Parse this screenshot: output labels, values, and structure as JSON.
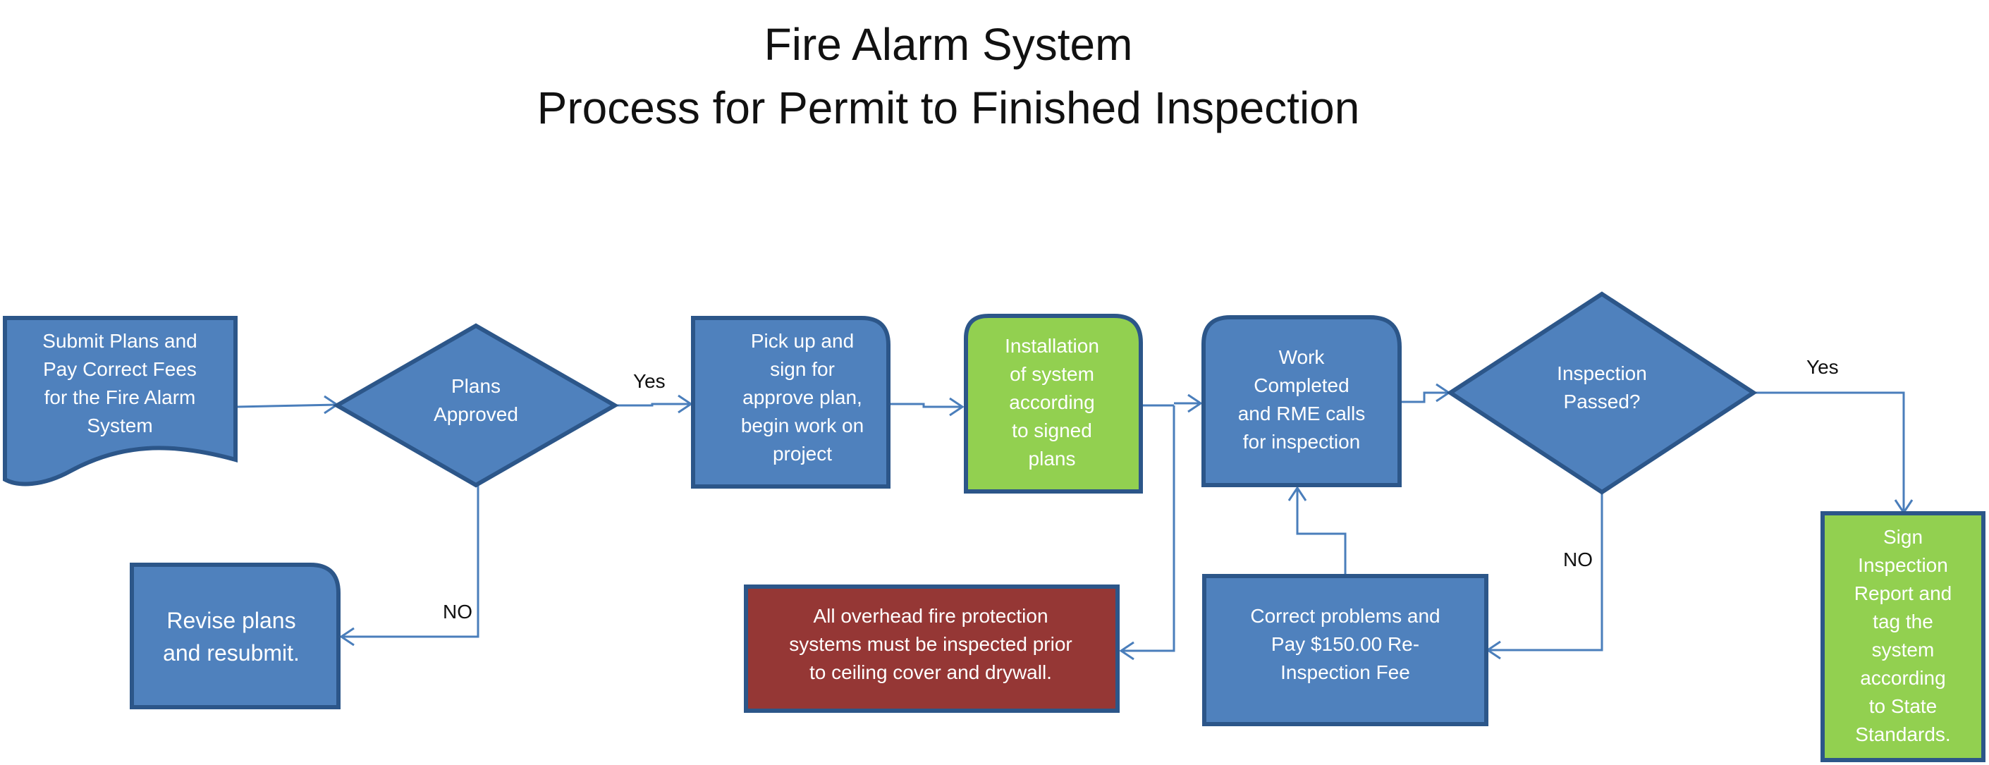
{
  "title": {
    "line1": "Fire Alarm System",
    "line2": "Process for Permit to Finished Inspection"
  },
  "nodes": {
    "submit": [
      "Submit Plans and",
      "Pay Correct Fees",
      "for the Fire Alarm",
      "System"
    ],
    "approved": [
      "Plans",
      "Approved"
    ],
    "revise": [
      "Revise plans",
      "and resubmit."
    ],
    "pickup": [
      "Pick up and",
      "sign for",
      "approve plan,",
      "begin work on",
      "project"
    ],
    "install": [
      "Installation",
      "of system",
      "according",
      "to signed",
      "plans"
    ],
    "overhead": [
      "All overhead fire protection",
      "systems must be inspected prior",
      "to ceiling cover and drywall."
    ],
    "work": [
      "Work",
      "Completed",
      "and RME calls",
      "for inspection"
    ],
    "correct": [
      "Correct problems and",
      "Pay  $150.00 Re-",
      "Inspection Fee"
    ],
    "passed": [
      "Inspection",
      "Passed?"
    ],
    "sign": [
      "Sign",
      "Inspection",
      "Report and",
      "tag the",
      "system",
      "according",
      "to State",
      "Standards."
    ]
  },
  "edge_labels": {
    "approved_yes": "Yes",
    "approved_no": "NO",
    "passed_yes": "Yes",
    "passed_no": "NO"
  },
  "colors": {
    "process_fill": "#4f81bd",
    "border": "#2c5689",
    "action_fill": "#92d050",
    "warning_fill": "#953735",
    "connector": "#4a7ebb"
  }
}
